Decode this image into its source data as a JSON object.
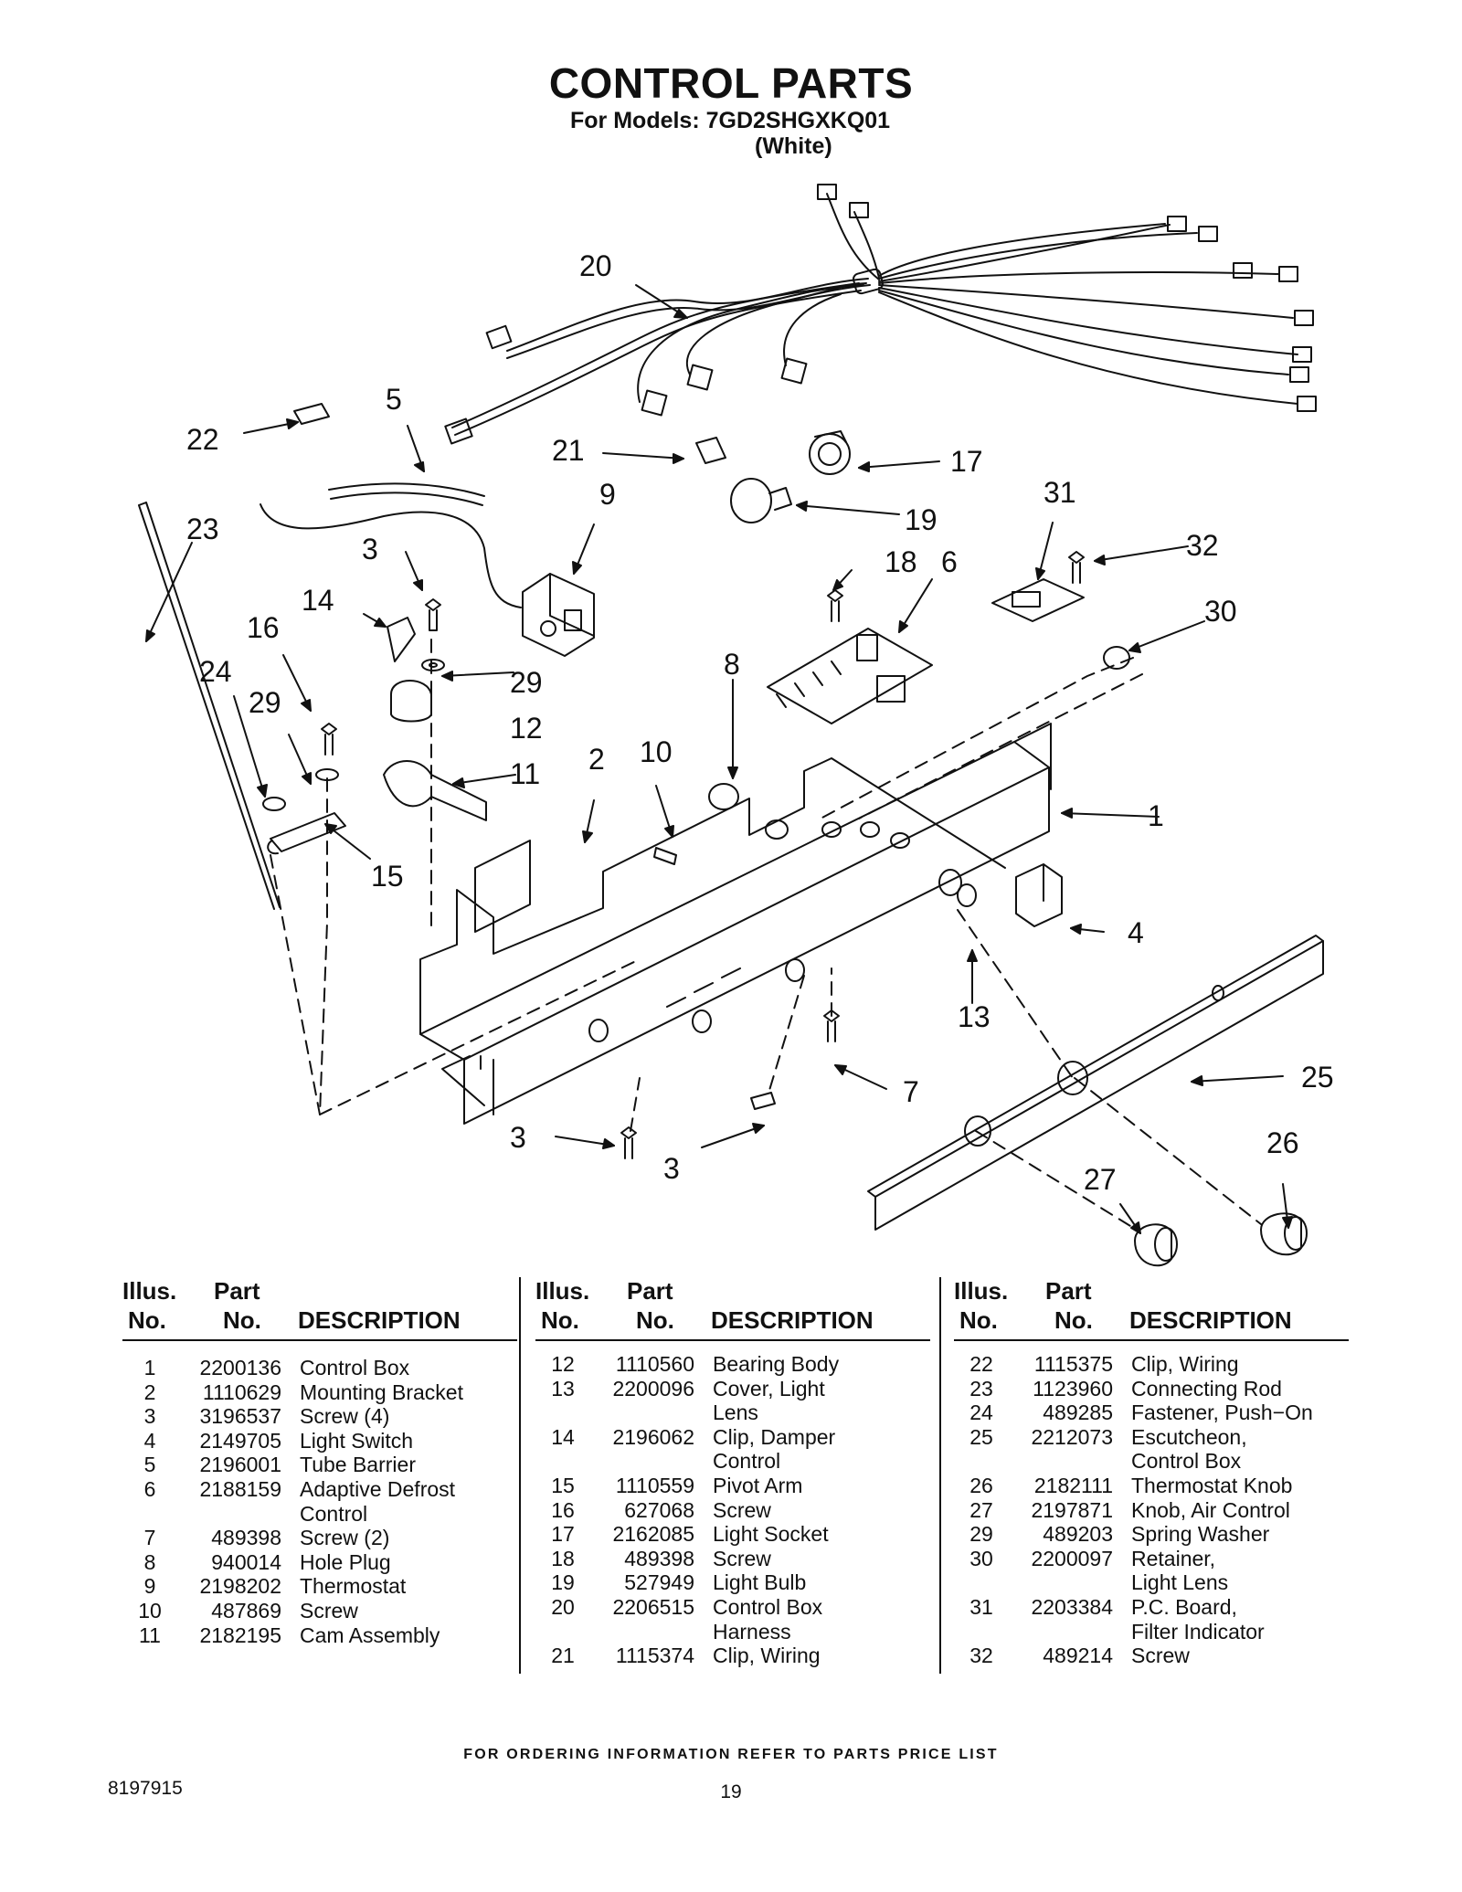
{
  "header": {
    "title": "CONTROL PARTS",
    "models": "For Models: 7GD2SHGXKQ01",
    "color": "(White)"
  },
  "diagram": {
    "callouts": [
      "20",
      "22",
      "5",
      "21",
      "17",
      "19",
      "9",
      "23",
      "31",
      "32",
      "3",
      "18",
      "6",
      "14",
      "16",
      "30",
      "8",
      "24",
      "29",
      "29",
      "12",
      "11",
      "2",
      "10",
      "1",
      "15",
      "4",
      "13",
      "7",
      "25",
      "3",
      "3",
      "26",
      "27"
    ]
  },
  "columns": [
    {
      "headers": {
        "illus1": "Illus.",
        "illus2": "No.",
        "part1": "Part",
        "part2": "No.",
        "desc": "DESCRIPTION"
      },
      "rows": [
        {
          "no": "1",
          "part": "2200136",
          "desc": "Control Box"
        },
        {
          "no": "2",
          "part": "1110629",
          "desc": "Mounting Bracket"
        },
        {
          "no": "3",
          "part": "3196537",
          "desc": "Screw (4)"
        },
        {
          "no": "4",
          "part": "2149705",
          "desc": "Light Switch"
        },
        {
          "no": "5",
          "part": "2196001",
          "desc": "Tube Barrier"
        },
        {
          "no": "6",
          "part": "2188159",
          "desc": "Adaptive Defrost"
        },
        {
          "no": "",
          "part": "",
          "desc": "Control"
        },
        {
          "no": "7",
          "part": "489398",
          "desc": "Screw (2)"
        },
        {
          "no": "8",
          "part": "940014",
          "desc": "Hole Plug"
        },
        {
          "no": "9",
          "part": "2198202",
          "desc": "Thermostat"
        },
        {
          "no": "10",
          "part": "487869",
          "desc": "Screw"
        },
        {
          "no": "11",
          "part": "2182195",
          "desc": "Cam Assembly"
        }
      ]
    },
    {
      "headers": {
        "illus1": "Illus.",
        "illus2": "No.",
        "part1": "Part",
        "part2": "No.",
        "desc": "DESCRIPTION"
      },
      "rows": [
        {
          "no": "12",
          "part": "1110560",
          "desc": "Bearing Body"
        },
        {
          "no": "13",
          "part": "2200096",
          "desc": "Cover, Light"
        },
        {
          "no": "",
          "part": "",
          "desc": "Lens"
        },
        {
          "no": "14",
          "part": "2196062",
          "desc": "Clip, Damper"
        },
        {
          "no": "",
          "part": "",
          "desc": "Control"
        },
        {
          "no": "15",
          "part": "1110559",
          "desc": "Pivot Arm"
        },
        {
          "no": "16",
          "part": "627068",
          "desc": "Screw"
        },
        {
          "no": "17",
          "part": "2162085",
          "desc": "Light Socket"
        },
        {
          "no": "18",
          "part": "489398",
          "desc": "Screw"
        },
        {
          "no": "19",
          "part": "527949",
          "desc": "Light Bulb"
        },
        {
          "no": "20",
          "part": "2206515",
          "desc": "Control Box"
        },
        {
          "no": "",
          "part": "",
          "desc": "Harness"
        },
        {
          "no": "21",
          "part": "1115374",
          "desc": "Clip, Wiring"
        }
      ]
    },
    {
      "headers": {
        "illus1": "Illus.",
        "illus2": "No.",
        "part1": "Part",
        "part2": "No.",
        "desc": "DESCRIPTION"
      },
      "rows": [
        {
          "no": "22",
          "part": "1115375",
          "desc": "Clip, Wiring"
        },
        {
          "no": "23",
          "part": "1123960",
          "desc": "Connecting Rod"
        },
        {
          "no": "24",
          "part": "489285",
          "desc": "Fastener, Push−On"
        },
        {
          "no": "25",
          "part": "2212073",
          "desc": "Escutcheon,"
        },
        {
          "no": "",
          "part": "",
          "desc": "Control Box"
        },
        {
          "no": "26",
          "part": "2182111",
          "desc": "Thermostat Knob"
        },
        {
          "no": "27",
          "part": "2197871",
          "desc": "Knob, Air Control"
        },
        {
          "no": "29",
          "part": "489203",
          "desc": "Spring Washer"
        },
        {
          "no": "30",
          "part": "2200097",
          "desc": "Retainer,"
        },
        {
          "no": "",
          "part": "",
          "desc": "Light Lens"
        },
        {
          "no": "31",
          "part": "2203384",
          "desc": "P.C. Board,"
        },
        {
          "no": "",
          "part": "",
          "desc": "Filter Indicator"
        },
        {
          "no": "32",
          "part": "489214",
          "desc": "Screw"
        }
      ]
    }
  ],
  "footer": {
    "ordering": "FOR ORDERING INFORMATION REFER TO PARTS PRICE LIST",
    "doc_number": "8197915",
    "page_number": "19"
  }
}
